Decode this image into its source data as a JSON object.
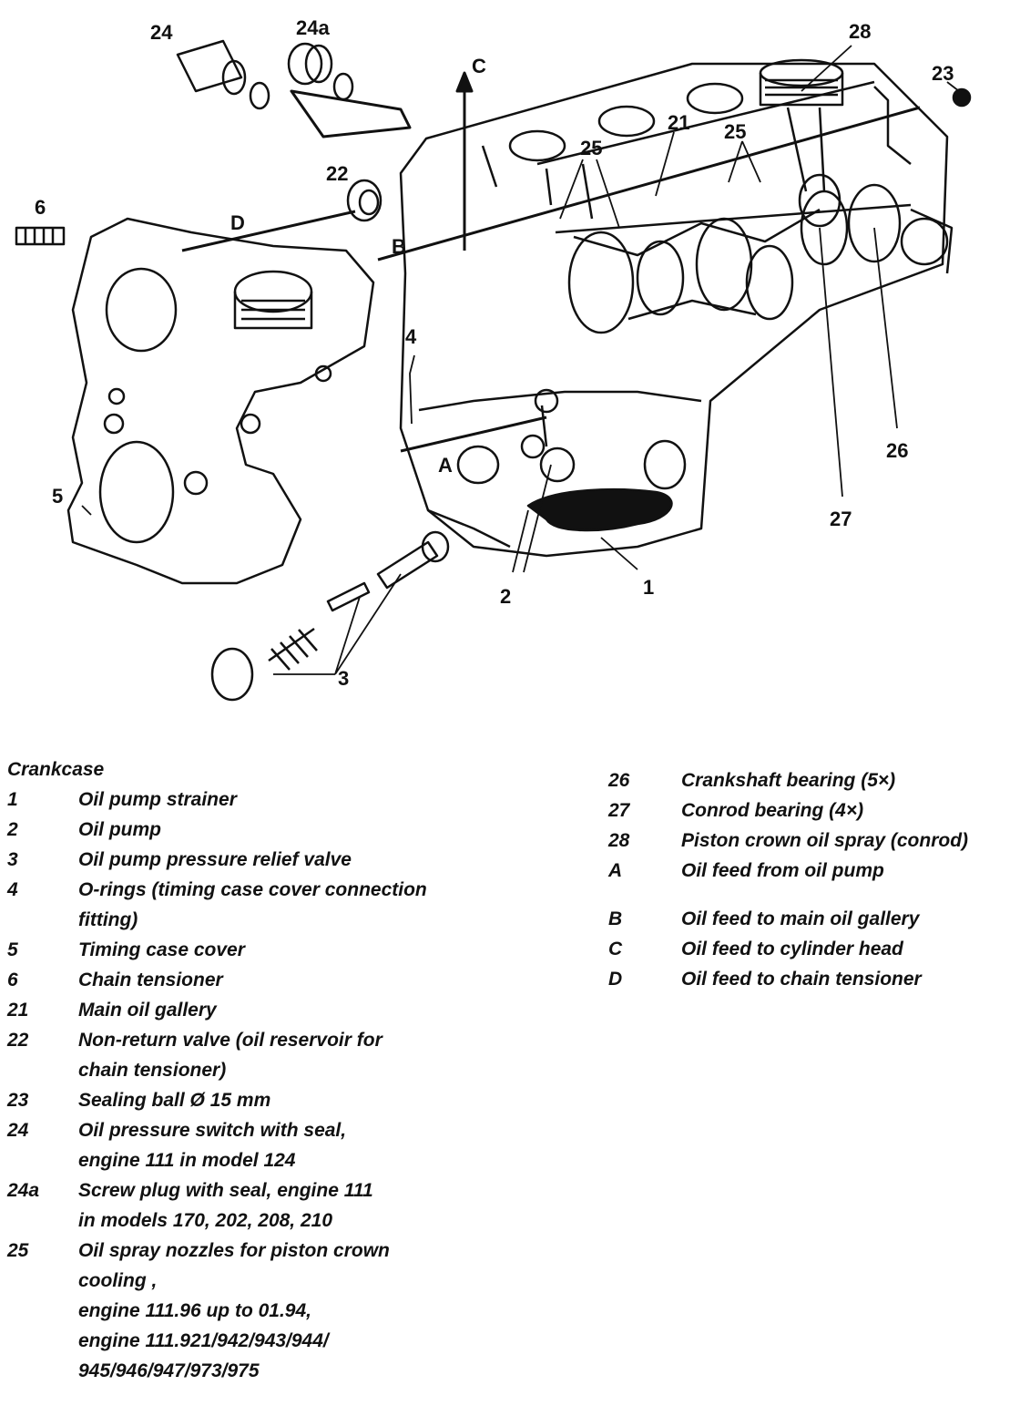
{
  "callouts": {
    "c24": "24",
    "c24a": "24a",
    "c28": "28",
    "c23": "23",
    "cC": "C",
    "c22": "22",
    "c6": "6",
    "cD": "D",
    "cB": "B",
    "c21": "21",
    "c25a": "25",
    "c25b": "25",
    "c4": "4",
    "cA": "A",
    "c5": "5",
    "c26": "26",
    "c27": "27",
    "c1": "1",
    "c2": "2",
    "c3": "3"
  },
  "legend": {
    "title": "Crankcase",
    "left": [
      {
        "num": "1",
        "lines": [
          "Oil pump strainer"
        ]
      },
      {
        "num": "2",
        "lines": [
          "Oil pump"
        ]
      },
      {
        "num": "3",
        "lines": [
          "Oil pump pressure relief valve"
        ]
      },
      {
        "num": "4",
        "lines": [
          "O-rings (timing case cover connection",
          "fitting)"
        ]
      },
      {
        "num": "5",
        "lines": [
          "Timing case cover"
        ]
      },
      {
        "num": "6",
        "lines": [
          "Chain tensioner"
        ]
      },
      {
        "num": "21",
        "lines": [
          "Main oil gallery"
        ]
      },
      {
        "num": "22",
        "lines": [
          "Non-return valve (oil reservoir for",
          "chain tensioner)"
        ]
      },
      {
        "num": "23",
        "lines": [
          "Sealing ball Ø 15 mm"
        ]
      },
      {
        "num": "24",
        "lines": [
          "Oil pressure switch with seal,",
          "engine 111 in model 124"
        ]
      },
      {
        "num": "24a",
        "lines": [
          "Screw plug with seal, engine 111",
          "in models 170, 202, 208, 210"
        ]
      },
      {
        "num": "25",
        "lines": [
          "Oil spray nozzles for piston crown",
          "cooling ,",
          "engine 111.96 up to 01.94,",
          "engine 111.921/942/943/944/",
          "945/946/947/973/975"
        ]
      }
    ],
    "right_a": [
      {
        "num": "26",
        "lines": [
          "Crankshaft bearing (5×)"
        ]
      },
      {
        "num": "27",
        "lines": [
          "Conrod bearing (4×)"
        ]
      },
      {
        "num": "28",
        "lines": [
          "Piston crown oil spray (conrod)"
        ]
      },
      {
        "num": "A",
        "lines": [
          "Oil feed from oil pump"
        ]
      }
    ],
    "right_b": [
      {
        "num": "B",
        "lines": [
          "Oil feed to main oil gallery"
        ]
      },
      {
        "num": "C",
        "lines": [
          "Oil feed to cylinder head"
        ]
      },
      {
        "num": "D",
        "lines": [
          "Oil feed to chain tensioner"
        ]
      }
    ]
  }
}
